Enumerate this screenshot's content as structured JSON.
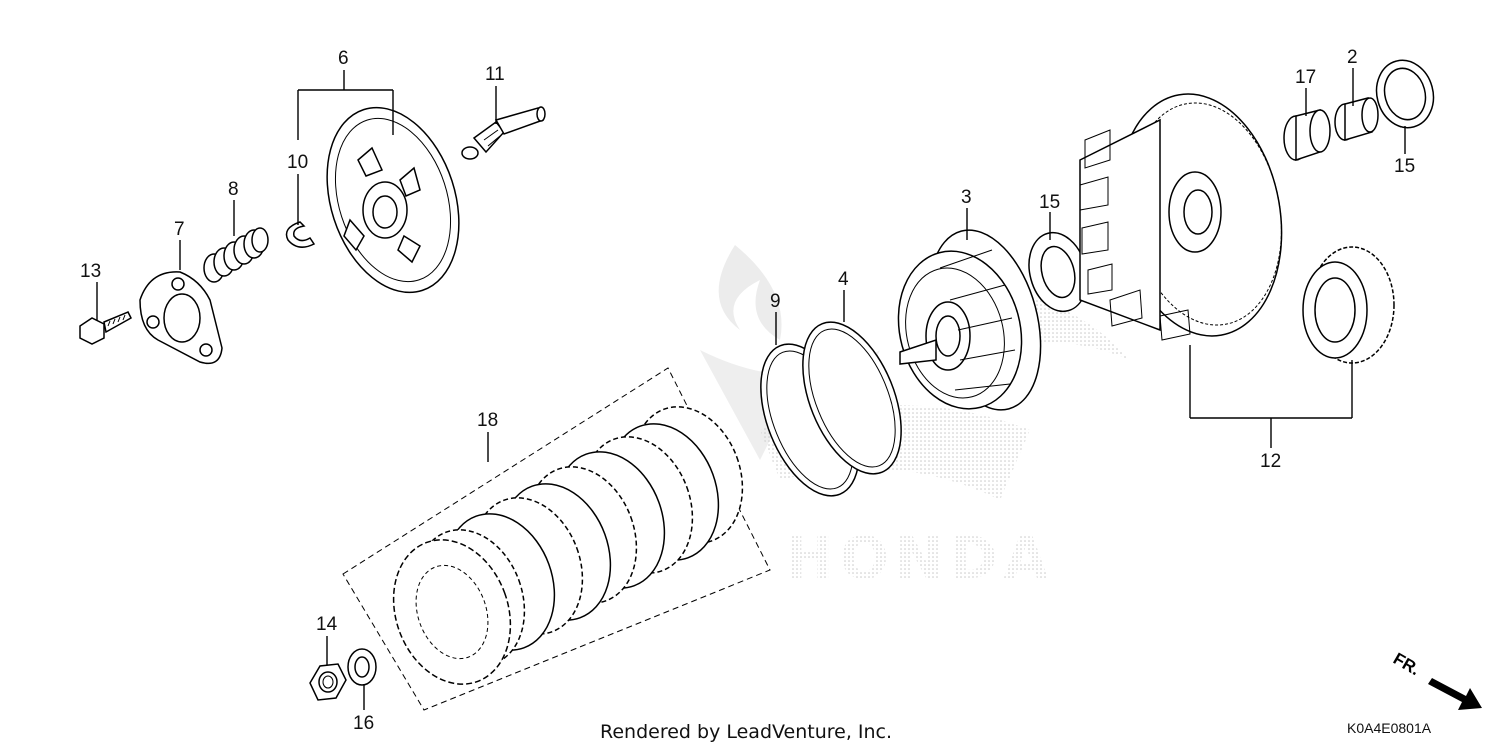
{
  "callouts": {
    "c2": "2",
    "c3": "3",
    "c4": "4",
    "c6": "6",
    "c7": "7",
    "c8": "8",
    "c9": "9",
    "c10": "10",
    "c11": "11",
    "c12": "12",
    "c13": "13",
    "c14": "14",
    "c15a": "15",
    "c15b": "15",
    "c16": "16",
    "c17": "17",
    "c18": "18"
  },
  "footer": {
    "credit": "Rendered by LeadVenture, Inc.",
    "diagram_code": "K0A4E0801A"
  },
  "direction_label": "FR.",
  "watermark": {
    "brand": "HONDA"
  },
  "colors": {
    "line": "#000000",
    "background": "#ffffff",
    "watermark": "#cfcfcf"
  },
  "icons": [
    "front-direction-arrow-icon"
  ]
}
